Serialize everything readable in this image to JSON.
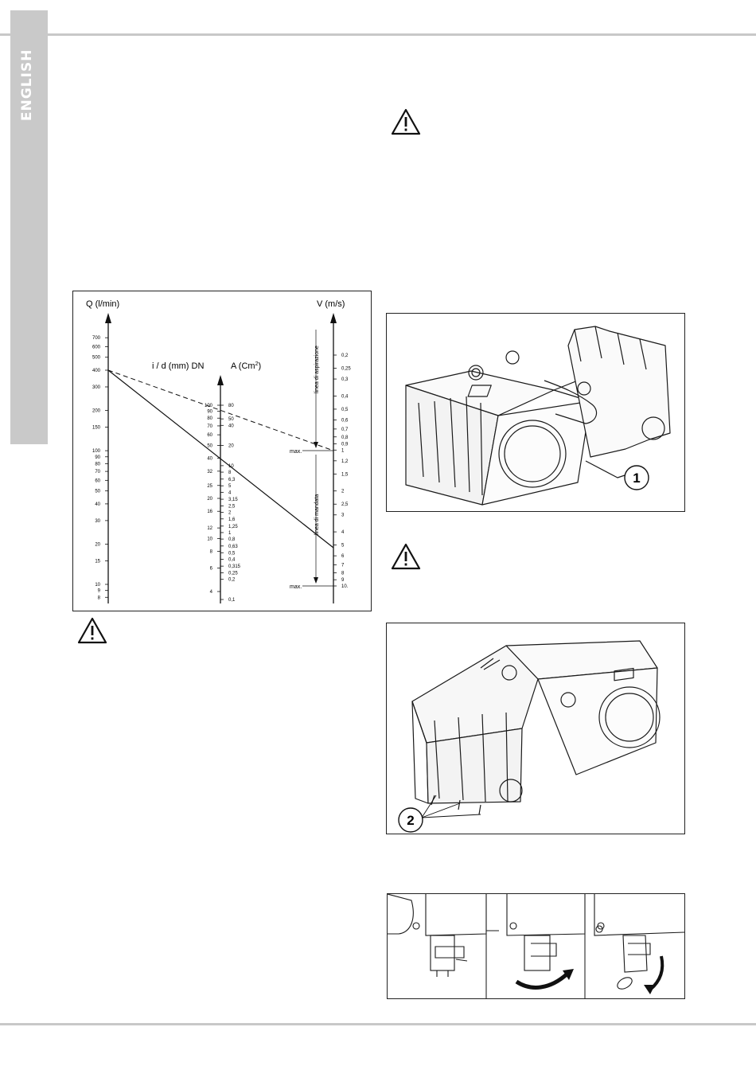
{
  "sidebar": {
    "tab_label": "ENGLISH"
  },
  "icons": {
    "warning": "warning-triangle-icon"
  },
  "nomogram": {
    "q_title": "Q (l/min)",
    "d_title": "i / d (mm) DN",
    "a_title": "A (Cm",
    "a_title_sup": "2",
    "a_title_end": ")",
    "v_title": "V (m/s)",
    "suction_label": "linea di aspirazione",
    "delivery_label": "linea di mandata",
    "max_label": "max.",
    "q_ticks": [
      "700",
      "600",
      "500",
      "400",
      "300",
      "200",
      "150",
      "100",
      "90",
      "80",
      "70",
      "60",
      "50",
      "40",
      "30",
      "20",
      "15",
      "10",
      "9",
      "8"
    ],
    "d_ticks": [
      "100",
      "90",
      "80",
      "70",
      "60",
      "50",
      "40",
      "32",
      "25",
      "20",
      "16",
      "12",
      "10",
      "8",
      "6",
      "4"
    ],
    "a_ticks": [
      "80",
      "50",
      "40",
      "20",
      "10",
      "8",
      "6,3",
      "5",
      "4",
      "3,15",
      "2,5",
      "2",
      "1,6",
      "1,25",
      "1",
      "0,8",
      "0,63",
      "0,5",
      "0,4",
      "0,315",
      "0,25",
      "0,2",
      "0,1"
    ],
    "v_ticks": [
      "0,2",
      "0,25",
      "0,3",
      "0,4",
      "0,5",
      "0,6",
      "0,7",
      "0,8",
      "0,9",
      "1",
      "1,2",
      "1,5",
      "2",
      "2,5",
      "3",
      "4",
      "5",
      "6",
      "7",
      "8",
      "9",
      "10."
    ]
  },
  "figure1": {
    "callout": "1"
  },
  "figure2": {
    "callout": "2"
  }
}
